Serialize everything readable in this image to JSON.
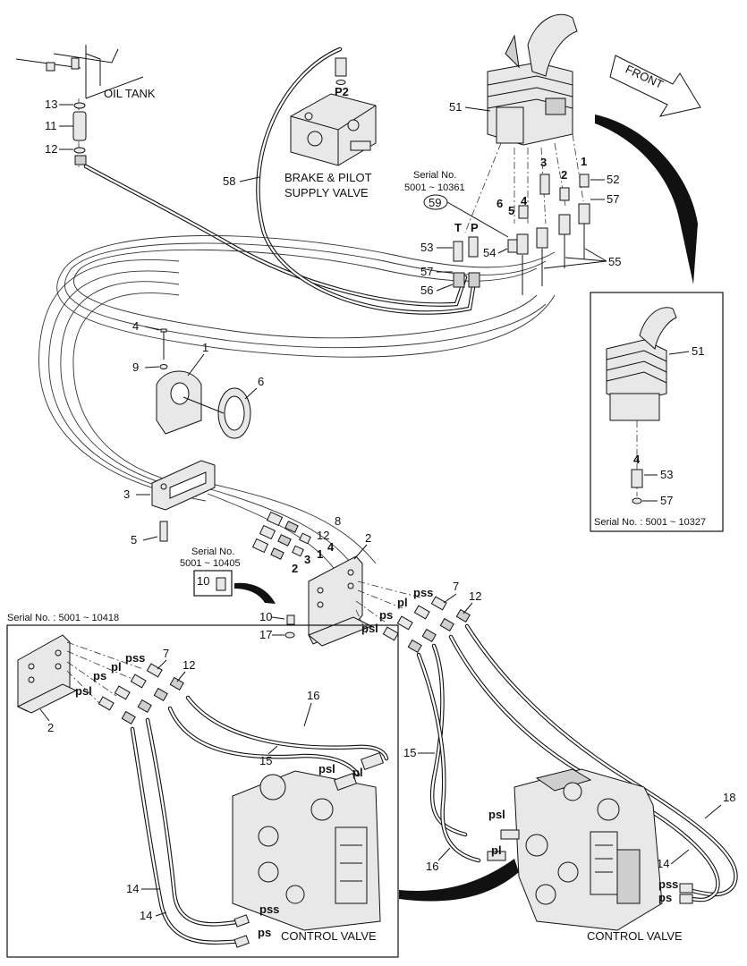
{
  "labels": {
    "oil_tank": "OIL TANK",
    "brake_pilot_l1": "BRAKE & PILOT",
    "brake_pilot_l2": "SUPPLY VALVE",
    "front": "FRONT",
    "serial_title": "Serial No.",
    "serial_10361": "5001 ~ 10361",
    "serial_10405": "5001 ~ 10405",
    "serial_10327": "Serial No. : 5001 ~ 10327",
    "serial_10418": "Serial No. : 5001 ~ 10418",
    "control_valve_left": "CONTROL VALVE",
    "control_valve_right": "CONTROL VALVE"
  },
  "port_labels": {
    "p2": "P2",
    "t": "T",
    "p": "P",
    "n1": "1",
    "n2": "2",
    "n3": "3",
    "n4": "4",
    "n5": "5",
    "n6": "6",
    "pss": "pss",
    "pl": "pl",
    "ps": "ps",
    "psl": "psl"
  },
  "callouts": [
    "1",
    "2",
    "3",
    "4",
    "5",
    "6",
    "7",
    "8",
    "9",
    "10",
    "11",
    "12",
    "13",
    "14",
    "15",
    "16",
    "17",
    "18",
    "51",
    "52",
    "53",
    "54",
    "55",
    "56",
    "57",
    "58",
    "59"
  ],
  "icons": [
    "front-arrow-icon",
    "oil-tank-icon",
    "joystick-icon",
    "control-valve-icon",
    "bracket-icon"
  ]
}
